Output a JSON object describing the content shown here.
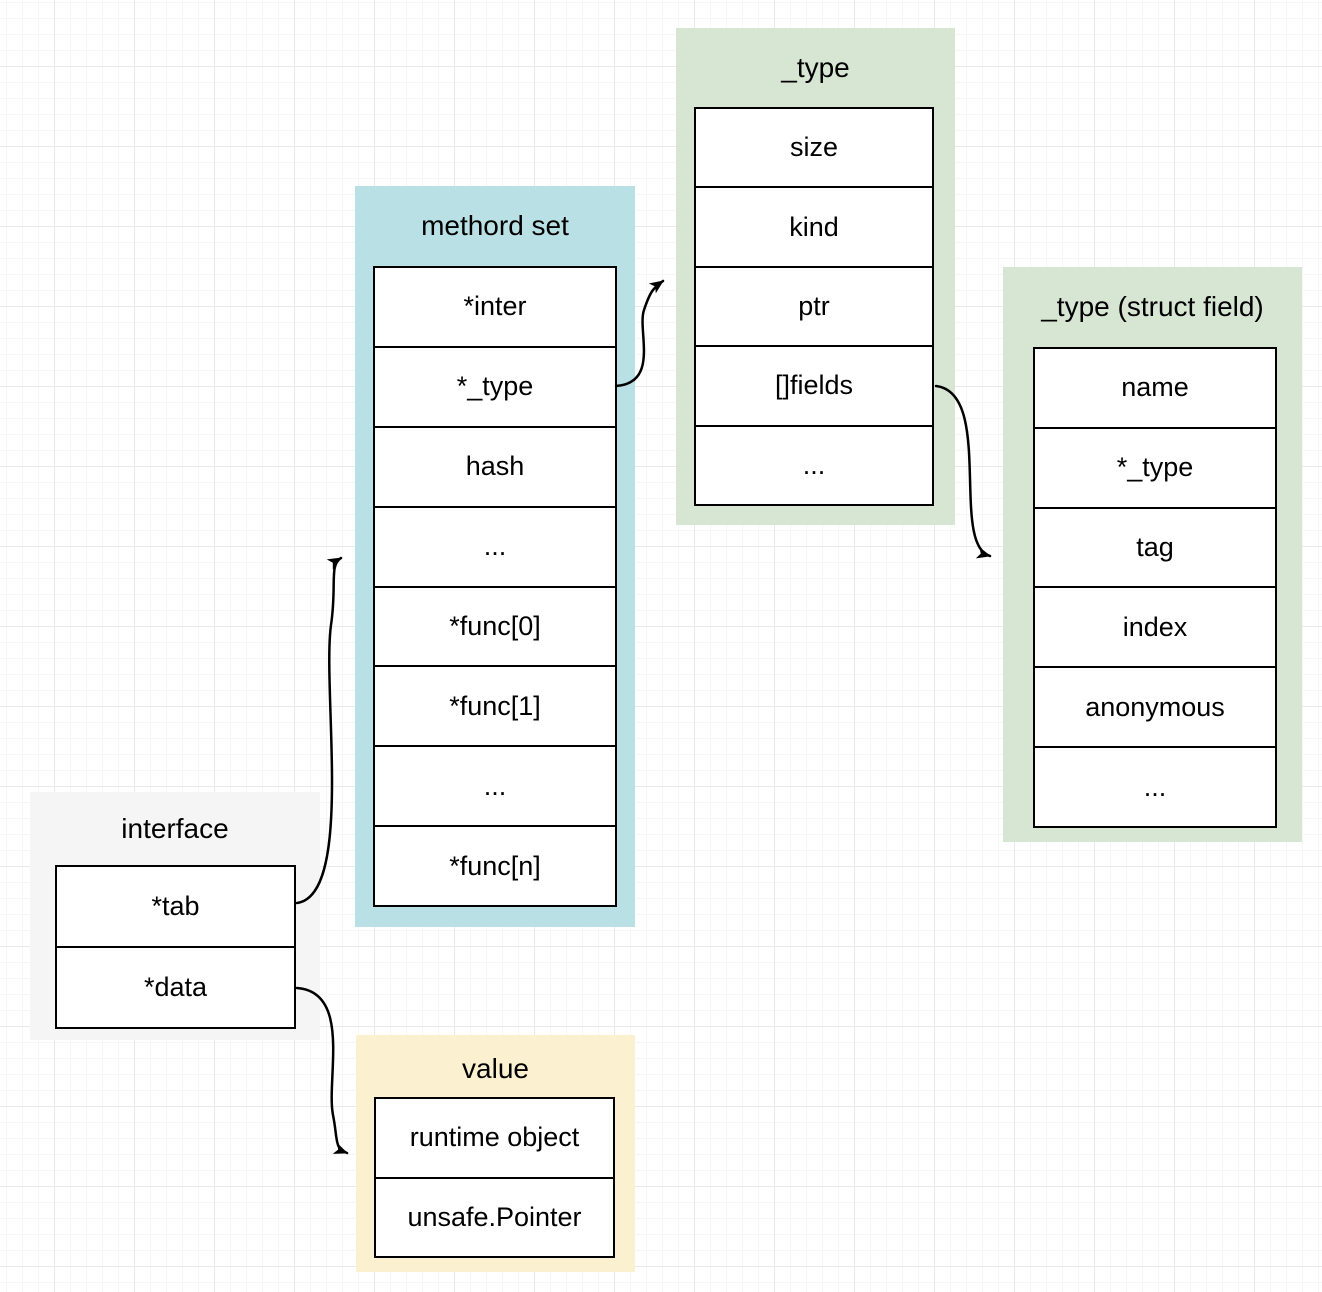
{
  "diagram": {
    "colors": {
      "method_set_bg": "#b9e0e4",
      "type_bg": "#d7e6d3",
      "struct_field_bg": "#d7e6d3",
      "interface_bg": "#f5f5f5",
      "value_bg": "#fbf1d0",
      "line": "#000000"
    },
    "panels": {
      "interface": {
        "title": "interface",
        "rows": [
          "*tab",
          "*data"
        ]
      },
      "method_set": {
        "title": "methord set",
        "rows": [
          "*inter",
          "*_type",
          "hash",
          "...",
          "*func[0]",
          "*func[1]",
          "...",
          "*func[n]"
        ]
      },
      "type": {
        "title": "_type",
        "rows": [
          "size",
          "kind",
          "ptr",
          "[]fields",
          "..."
        ]
      },
      "struct_field": {
        "title": "_type (struct field)",
        "rows": [
          "name",
          "*_type",
          "tag",
          "index",
          "anonymous",
          "..."
        ]
      },
      "value": {
        "title": "value",
        "rows": [
          "runtime object",
          "unsafe.Pointer"
        ]
      }
    },
    "connections": [
      {
        "from": "interface.*tab",
        "to": "method_set"
      },
      {
        "from": "interface.*data",
        "to": "value"
      },
      {
        "from": "method_set.*_type",
        "to": "type"
      },
      {
        "from": "type.[]fields",
        "to": "struct_field"
      }
    ]
  }
}
